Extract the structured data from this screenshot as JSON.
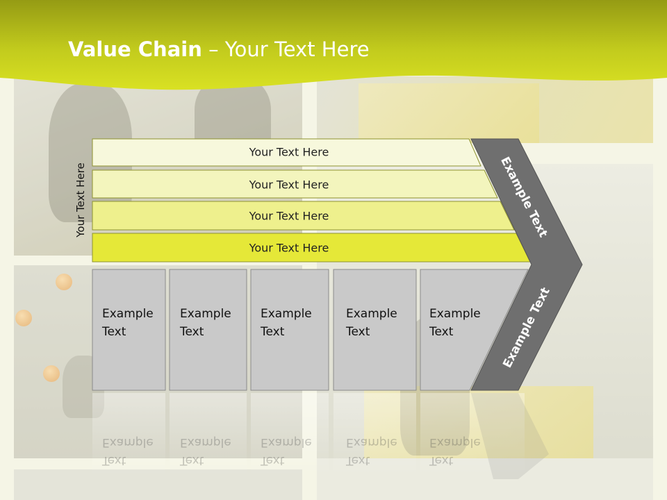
{
  "slide": {
    "title_bold": "Value Chain",
    "title_rest": " – Your Text Here",
    "vertical_label": "Your Text Here"
  },
  "rows": [
    {
      "label": "Your Text Here",
      "color": "#f7f8dc"
    },
    {
      "label": "Your Text Here",
      "color": "#f3f5bd"
    },
    {
      "label": "Your Text Here",
      "color": "#eef08d"
    },
    {
      "label": "Your Text Here",
      "color": "#e5e838"
    }
  ],
  "activities": [
    {
      "line1": "Example",
      "line2": "Text"
    },
    {
      "line1": "Example",
      "line2": "Text"
    },
    {
      "line1": "Example",
      "line2": "Text"
    },
    {
      "line1": "Example",
      "line2": "Text"
    },
    {
      "line1": "Example",
      "line2": "Text"
    }
  ],
  "arrow": {
    "upper_label": "Example Text",
    "lower_label": "Example Text",
    "color": "#6f6f6f"
  },
  "colors": {
    "header_dark": "#9ba31a",
    "header_light": "#d6df22",
    "activity_box": "#c9c9c9"
  }
}
